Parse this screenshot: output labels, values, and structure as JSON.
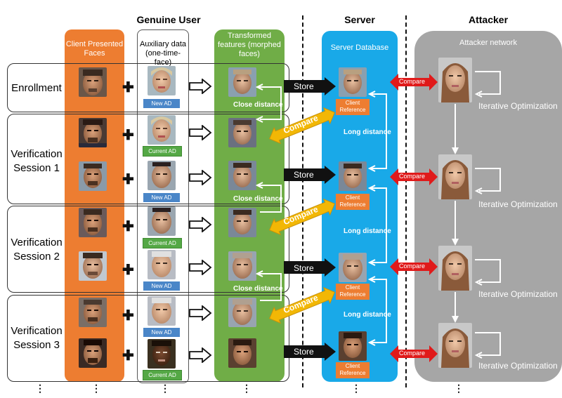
{
  "headers": {
    "genuine_user": "Genuine User",
    "server": "Server",
    "attacker": "Attacker"
  },
  "columns": {
    "client_faces": "Client Presented Faces",
    "auxiliary": "Auxiliary data (one-time-face)",
    "transformed": "Transformed features (morphed faces)",
    "server_db": "Server Database",
    "attacker_network": "Attacker network"
  },
  "rows": [
    {
      "label": "Enrollment"
    },
    {
      "label": "Verification Session 1"
    },
    {
      "label": "Verification Session 2"
    },
    {
      "label": "Verification Session 3"
    }
  ],
  "tags": {
    "new_ad": "New AD",
    "current_ad": "Current AD",
    "client_reference": "Client Reference"
  },
  "labels": {
    "store": "Store",
    "compare": "Compare",
    "close_distance": "Close distance",
    "long_distance": "Long distance",
    "iterative_optimization": "Iterative Optimization"
  },
  "ellipsis": "⋮",
  "colors": {
    "orange": "#ed7d31",
    "green": "#70ad47",
    "blue": "#19a9e8",
    "gray": "#a6a6a6",
    "red_arrow": "#e01a1a",
    "yellow_arrow": "#f2b705",
    "new_ad_tag": "#4a86c8",
    "current_ad_tag": "#54a845"
  }
}
